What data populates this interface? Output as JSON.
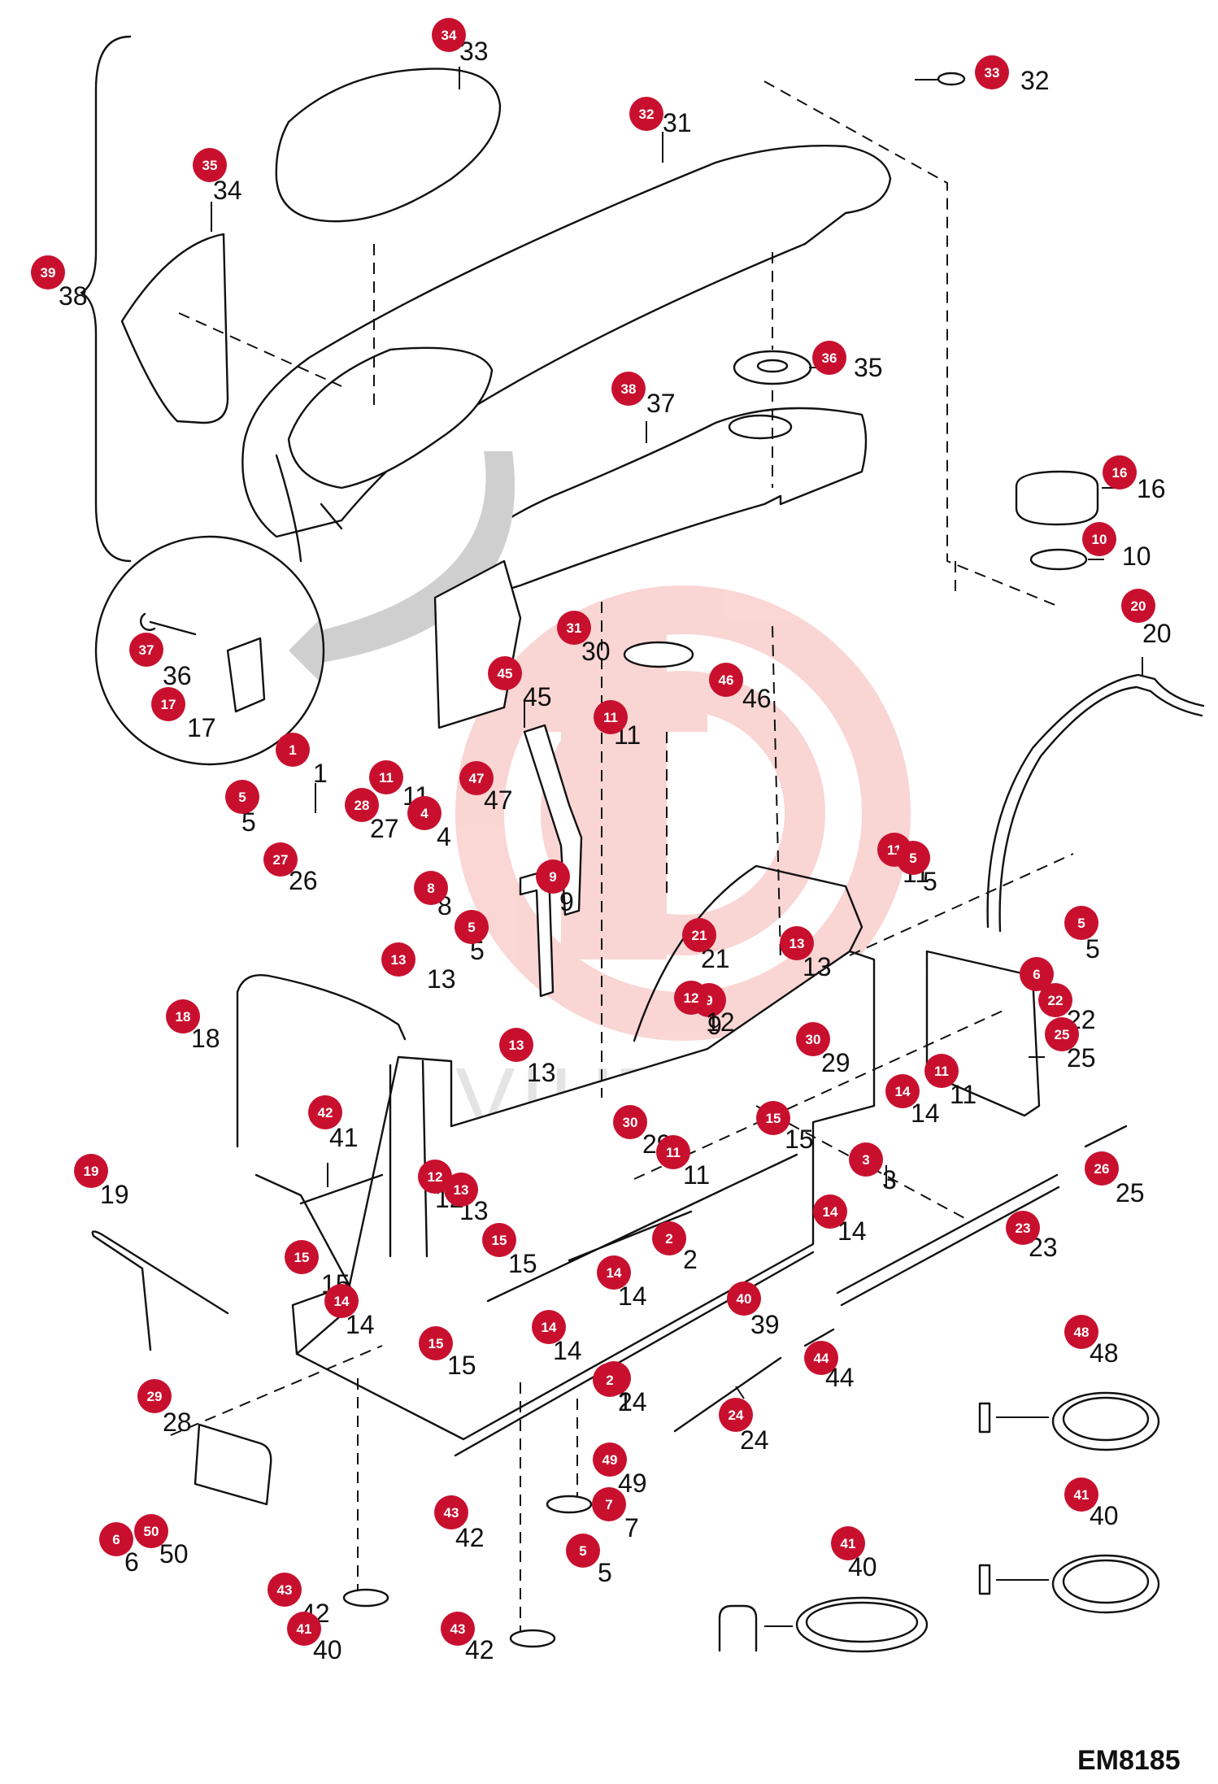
{
  "drawing_code": "EM8185",
  "watermark_text": "VIHTEX",
  "colors": {
    "callout_badge": "#c8102e",
    "watermark": "#e8443a",
    "line": "#111111"
  },
  "callouts": [
    {
      "badge": "34",
      "label": "33"
    },
    {
      "badge": "32",
      "label": "31"
    },
    {
      "badge": "33",
      "label": "32"
    },
    {
      "badge": "35",
      "label": "34"
    },
    {
      "badge": "39",
      "label": "38"
    },
    {
      "badge": "36",
      "label": "35"
    },
    {
      "badge": "38",
      "label": "37"
    },
    {
      "badge": "16",
      "label": "16"
    },
    {
      "badge": "10",
      "label": "10"
    },
    {
      "badge": "37",
      "label": "36"
    },
    {
      "badge": "17",
      "label": "17"
    },
    {
      "badge": "31",
      "label": "30"
    },
    {
      "badge": "20",
      "label": "20"
    },
    {
      "badge": "45",
      "label": "45"
    },
    {
      "badge": "46",
      "label": "46"
    },
    {
      "badge": "11",
      "label": "11"
    },
    {
      "badge": "1",
      "label": "1"
    },
    {
      "badge": "11",
      "label": "11"
    },
    {
      "badge": "47",
      "label": "47"
    },
    {
      "badge": "5",
      "label": "5"
    },
    {
      "badge": "28",
      "label": "27"
    },
    {
      "badge": "4",
      "label": "4"
    },
    {
      "badge": "27",
      "label": "26"
    },
    {
      "badge": "8",
      "label": "8"
    },
    {
      "badge": "9",
      "label": "9"
    },
    {
      "badge": "11",
      "label": "11"
    },
    {
      "badge": "5",
      "label": "5"
    },
    {
      "badge": "5",
      "label": "5"
    },
    {
      "badge": "5",
      "label": "5"
    },
    {
      "badge": "21",
      "label": "21"
    },
    {
      "badge": "13",
      "label": "13"
    },
    {
      "badge": "13",
      "label": "13"
    },
    {
      "badge": "9",
      "label": "9"
    },
    {
      "badge": "12",
      "label": "12"
    },
    {
      "badge": "6",
      "label": "6"
    },
    {
      "badge": "22",
      "label": "22"
    },
    {
      "badge": "25",
      "label": "25"
    },
    {
      "badge": "18",
      "label": "18"
    },
    {
      "badge": "13",
      "label": "13"
    },
    {
      "badge": "30",
      "label": "29"
    },
    {
      "badge": "11",
      "label": "11"
    },
    {
      "badge": "14",
      "label": "14"
    },
    {
      "badge": "42",
      "label": "41"
    },
    {
      "badge": "30",
      "label": "29"
    },
    {
      "badge": "15",
      "label": "15"
    },
    {
      "badge": "3",
      "label": "3"
    },
    {
      "badge": "11",
      "label": "11"
    },
    {
      "badge": "26",
      "label": "25"
    },
    {
      "badge": "19",
      "label": "19"
    },
    {
      "badge": "12",
      "label": "12"
    },
    {
      "badge": "13",
      "label": "13"
    },
    {
      "badge": "14",
      "label": "14"
    },
    {
      "badge": "2",
      "label": "2"
    },
    {
      "badge": "23",
      "label": "23"
    },
    {
      "badge": "15",
      "label": "15"
    },
    {
      "badge": "15",
      "label": "15"
    },
    {
      "badge": "14",
      "label": "14"
    },
    {
      "badge": "14",
      "label": "14"
    },
    {
      "badge": "40",
      "label": "39"
    },
    {
      "badge": "14",
      "label": "14"
    },
    {
      "badge": "44",
      "label": "44"
    },
    {
      "badge": "15",
      "label": "15"
    },
    {
      "badge": "14",
      "label": "14"
    },
    {
      "badge": "48",
      "label": "48"
    },
    {
      "badge": "29",
      "label": "28"
    },
    {
      "badge": "24",
      "label": "24"
    },
    {
      "badge": "2",
      "label": "2"
    },
    {
      "badge": "49",
      "label": "49"
    },
    {
      "badge": "41",
      "label": "40"
    },
    {
      "badge": "7",
      "label": "7"
    },
    {
      "badge": "43",
      "label": "42"
    },
    {
      "badge": "5",
      "label": "5"
    },
    {
      "badge": "6",
      "label": "6"
    },
    {
      "badge": "50",
      "label": "50"
    },
    {
      "badge": "41",
      "label": "40"
    },
    {
      "badge": "43",
      "label": "42"
    },
    {
      "badge": "41",
      "label": "40"
    },
    {
      "badge": "43",
      "label": "42"
    }
  ]
}
